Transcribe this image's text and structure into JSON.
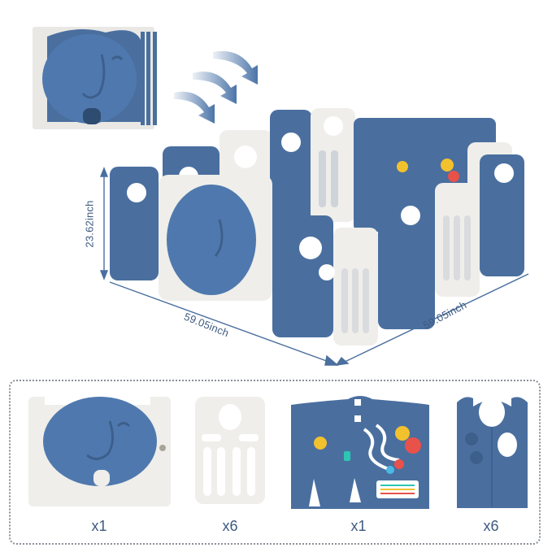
{
  "product": {
    "type": "foldable baby playpen",
    "panel_count": 14
  },
  "dimensions": {
    "height": "23.62inch",
    "width_left": "59.05inch",
    "width_right": "59.05inch"
  },
  "parts": [
    {
      "name": "elephant-door-panel",
      "quantity": "x1"
    },
    {
      "name": "white-slat-panel",
      "quantity": "x6"
    },
    {
      "name": "activity-panel",
      "quantity": "x1"
    },
    {
      "name": "blue-hole-panel",
      "quantity": "x6"
    }
  ],
  "colors": {
    "panel_blue": "#4a6f9f",
    "panel_blue_dark": "#3d5f8c",
    "panel_white": "#eeeeec",
    "label_text": "#3e5a80",
    "arrow_blue": "#4b74a8",
    "gear_yellow": "#f2c12e",
    "gear_red": "#e8524a"
  }
}
